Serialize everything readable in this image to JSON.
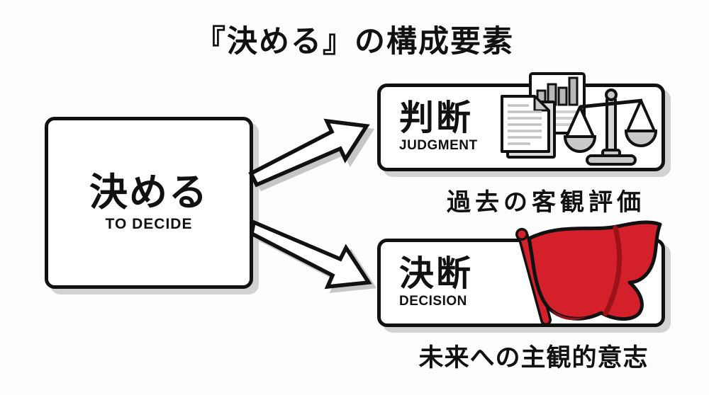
{
  "title": "『決める』の構成要素",
  "main_node": {
    "title_ja": "決める",
    "subtitle_en": "TO DECIDE"
  },
  "branches": [
    {
      "title_ja": "判断",
      "subtitle_en": "JUDGMENT",
      "caption": "過去の客観評価"
    },
    {
      "title_ja": "決断",
      "subtitle_en": "DECISION",
      "caption": "未来への主観的意志"
    }
  ],
  "icons": [
    "document-stack-icon",
    "bar-chart-document-icon",
    "balance-scale-icon",
    "red-flag-icon",
    "arrow-up-right-icon",
    "arrow-down-right-icon"
  ],
  "colors": {
    "outline_black": "#111111",
    "flag_red": "#d4202a",
    "flag_dark_red": "#9c1219",
    "icon_gray": "#c9c9c9",
    "shadow_gray": "#d2d2d2",
    "background": "#fdfdfd"
  }
}
